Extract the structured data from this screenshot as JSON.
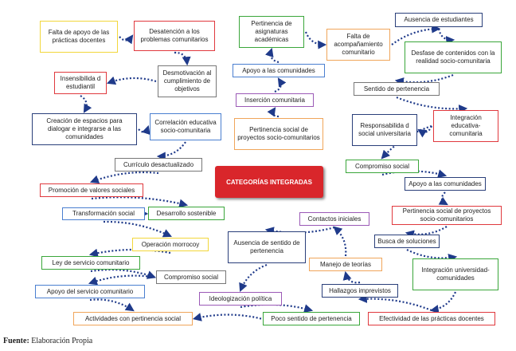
{
  "center_label": "CATEGORÍAS INTEGRADAS",
  "footer": {
    "label": "Fuente:",
    "text": "Elaboración Propia"
  },
  "colors": {
    "red": "#e0393e",
    "green": "#3aa63a",
    "blue": "#4a7fd0",
    "purple": "#9b59b6",
    "yellow": "#f2d73a",
    "orange": "#f0a55a",
    "gray": "#777777",
    "navy": "#2a3f7a",
    "arrow": "#1f3a8a",
    "center": "#d9262b"
  },
  "nodes": [
    {
      "id": "falta_apoyo",
      "text": "Falta de apoyo de las prácticas docentes",
      "color": "yellow"
    },
    {
      "id": "desatencion",
      "text": "Desatención a los problemas comunitarios",
      "color": "red"
    },
    {
      "id": "insensibilidad",
      "text": "Insensibilida d estudiantil",
      "color": "red"
    },
    {
      "id": "desmotivacion",
      "text": "Desmotivación al cumplimiento de objetivos",
      "color": "gray"
    },
    {
      "id": "creacion_espacios",
      "text": "Creación de espacios para dialogar e integrarse a las comunidades",
      "color": "navy"
    },
    {
      "id": "correlacion",
      "text": "Correlación educativa socio-comunitaria",
      "color": "blue"
    },
    {
      "id": "curriculo",
      "text": "Currículo desactualizado",
      "color": "gray"
    },
    {
      "id": "promocion_valores",
      "text": "Promoción de valores sociales",
      "color": "red"
    },
    {
      "id": "transformacion",
      "text": "Transformación social",
      "color": "blue"
    },
    {
      "id": "desarrollo_sostenible",
      "text": "Desarrollo sostenible",
      "color": "green"
    },
    {
      "id": "operacion_morrocoy",
      "text": "Operación morrocoy",
      "color": "yellow"
    },
    {
      "id": "ley_servicio",
      "text": "Ley de servicio comunitario",
      "color": "green"
    },
    {
      "id": "compromiso_social_l",
      "text": "Compromiso social",
      "color": "gray"
    },
    {
      "id": "apoyo_servicio",
      "text": "Apoyo del servicio comunitario",
      "color": "blue"
    },
    {
      "id": "actividades_pertinencia",
      "text": "Actividades con pertinencia social",
      "color": "orange"
    },
    {
      "id": "pertinencia_asig",
      "text": "Pertinencia de asignaturas académicas",
      "color": "green"
    },
    {
      "id": "falta_acomp",
      "text": "Falta de acompañamiento comunitario",
      "color": "orange"
    },
    {
      "id": "ausencia_est",
      "text": "Ausencia de estudiantes",
      "color": "navy"
    },
    {
      "id": "desfase",
      "text": "Desfase de contenidos con la realidad socio-comunitaria",
      "color": "green"
    },
    {
      "id": "apoyo_com_top",
      "text": "Apoyo a las comunidades",
      "color": "blue"
    },
    {
      "id": "insercion",
      "text": "Inserción comunitaria",
      "color": "purple"
    },
    {
      "id": "sentido_pert_r",
      "text": "Sentido de pertenencia",
      "color": "gray"
    },
    {
      "id": "pert_social_top",
      "text": "Pertinencia social de proyectos socio-comunitarios",
      "color": "orange"
    },
    {
      "id": "responsabilidad",
      "text": "Responsabilida d social universitaria",
      "color": "navy"
    },
    {
      "id": "integracion_edu",
      "text": "Integración educativa-comunitaria",
      "color": "red"
    },
    {
      "id": "compromiso_social_r",
      "text": "Compromiso social",
      "color": "green"
    },
    {
      "id": "apoyo_com_r",
      "text": "Apoyo a las comunidades",
      "color": "navy"
    },
    {
      "id": "contactos",
      "text": "Contactos iniciales",
      "color": "purple"
    },
    {
      "id": "pert_social_r",
      "text": "Pertinencia social de proyectos socio-comunitarios",
      "color": "red"
    },
    {
      "id": "ausencia_sentido",
      "text": "Ausencia de sentido de pertenencia",
      "color": "navy"
    },
    {
      "id": "busca_soluciones",
      "text": "Busca de soluciones",
      "color": "navy"
    },
    {
      "id": "manejo_teorias",
      "text": "Manejo de teorías",
      "color": "orange"
    },
    {
      "id": "integracion_univ",
      "text": "Integración universidad-comunidades",
      "color": "green"
    },
    {
      "id": "hallazgos",
      "text": "Hallazgos imprevistos",
      "color": "navy"
    },
    {
      "id": "ideologizacion",
      "text": "Ideologización política",
      "color": "purple"
    },
    {
      "id": "poco_sentido",
      "text": "Poco sentido de pertenencia",
      "color": "green"
    },
    {
      "id": "efectividad",
      "text": "Efectividad de las prácticas docentes",
      "color": "red"
    }
  ],
  "edges": [
    [
      "falta_apoyo",
      "desatencion"
    ],
    [
      "desatencion",
      "desmotivacion"
    ],
    [
      "desmotivacion",
      "insensibilidad"
    ],
    [
      "insensibilidad",
      "creacion_espacios"
    ],
    [
      "creacion_espacios",
      "correlacion"
    ],
    [
      "correlacion",
      "curriculo"
    ],
    [
      "curriculo",
      "promocion_valores"
    ],
    [
      "promocion_valores",
      "desarrollo_sostenible"
    ],
    [
      "desarrollo_sostenible",
      "transformacion"
    ],
    [
      "transformacion",
      "operacion_morrocoy"
    ],
    [
      "operacion_morrocoy",
      "ley_servicio"
    ],
    [
      "ley_servicio",
      "compromiso_social_l"
    ],
    [
      "compromiso_social_l",
      "apoyo_servicio"
    ],
    [
      "apoyo_servicio",
      "actividades_pertinencia"
    ],
    [
      "poco_sentido",
      "actividades_pertinencia"
    ],
    [
      "ideologizacion",
      "poco_sentido"
    ],
    [
      "ausencia_sentido",
      "ideologizacion"
    ],
    [
      "pert_social_top",
      "insercion"
    ],
    [
      "insercion",
      "apoyo_com_top"
    ],
    [
      "apoyo_com_top",
      "pertinencia_asig"
    ],
    [
      "pertinencia_asig",
      "falta_acomp"
    ],
    [
      "falta_acomp",
      "ausencia_est"
    ],
    [
      "ausencia_est",
      "desfase"
    ],
    [
      "desfase",
      "sentido_pert_r"
    ],
    [
      "sentido_pert_r",
      "integracion_edu"
    ],
    [
      "integracion_edu",
      "responsabilidad"
    ],
    [
      "integracion_edu",
      "compromiso_social_r"
    ],
    [
      "compromiso_social_r",
      "apoyo_com_r"
    ],
    [
      "apoyo_com_r",
      "pert_social_r"
    ],
    [
      "pert_social_r",
      "busca_soluciones"
    ],
    [
      "busca_soluciones",
      "integracion_univ"
    ],
    [
      "integracion_univ",
      "efectividad"
    ],
    [
      "efectividad",
      "hallazgos"
    ],
    [
      "hallazgos",
      "manejo_teorias"
    ],
    [
      "manejo_teorias",
      "contactos"
    ],
    [
      "contactos",
      "ausencia_sentido"
    ]
  ]
}
